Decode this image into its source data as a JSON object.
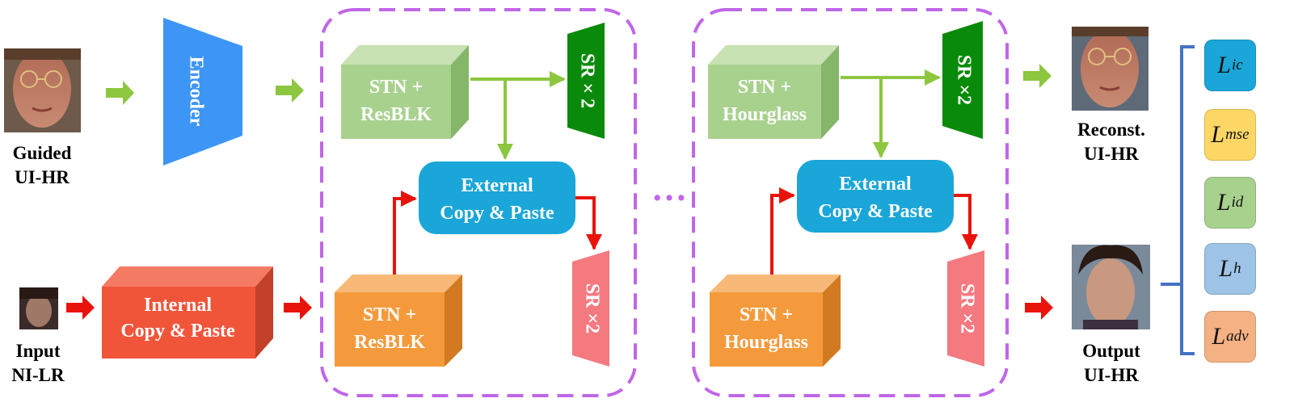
{
  "labels": {
    "guided_line1": "Guided",
    "guided_line2": "UI-HR",
    "input_line1": "Input",
    "input_line2": "NI-LR",
    "reconst_line1": "Reconst.",
    "reconst_line2": "UI-HR",
    "output_line1": "Output",
    "output_line2": "UI-HR",
    "encoder": "Encoder",
    "internal_line1": "Internal",
    "internal_line2": "Copy & Paste",
    "ellipsis": "…",
    "stage1": {
      "top_block_line1": "STN +",
      "top_block_line2": "ResBLK",
      "bottom_block_line1": "STN +",
      "bottom_block_line2": "ResBLK",
      "ext_line1": "External",
      "ext_line2": "Copy & Paste",
      "sr_top": "SR × 2",
      "sr_bottom": "SR ×2"
    },
    "stage2": {
      "top_block_line1": "STN +",
      "top_block_line2": "Hourglass",
      "bottom_block_line1": "STN +",
      "bottom_block_line2": "Hourglass",
      "ext_line1": "External",
      "ext_line2": "Copy & Paste",
      "sr_top": "SR ×2",
      "sr_bottom": "SR ×2"
    }
  },
  "losses": [
    {
      "symbol": "L",
      "sub": "ic",
      "color": "#1aa6d8"
    },
    {
      "symbol": "L",
      "sub": "mse",
      "color": "#fcd765"
    },
    {
      "symbol": "L",
      "sub": "id",
      "color": "#a9d18e"
    },
    {
      "symbol": "L",
      "sub": "h",
      "color": "#9dc3e6"
    },
    {
      "symbol": "L",
      "sub": "adv",
      "color": "#f4b183"
    }
  ],
  "colors": {
    "encoder": "#3d96f5",
    "internal": "#f0553a",
    "green_block": "#a9d18e",
    "orange_block": "#f59a3c",
    "external": "#1aa6d8",
    "sr_green": "#0a8a0a",
    "sr_pink": "#f47a80",
    "arrow_green": "#8dc63f",
    "arrow_red": "#e8140c",
    "dashed_border": "#c066e8",
    "bracket": "#4472c4"
  }
}
